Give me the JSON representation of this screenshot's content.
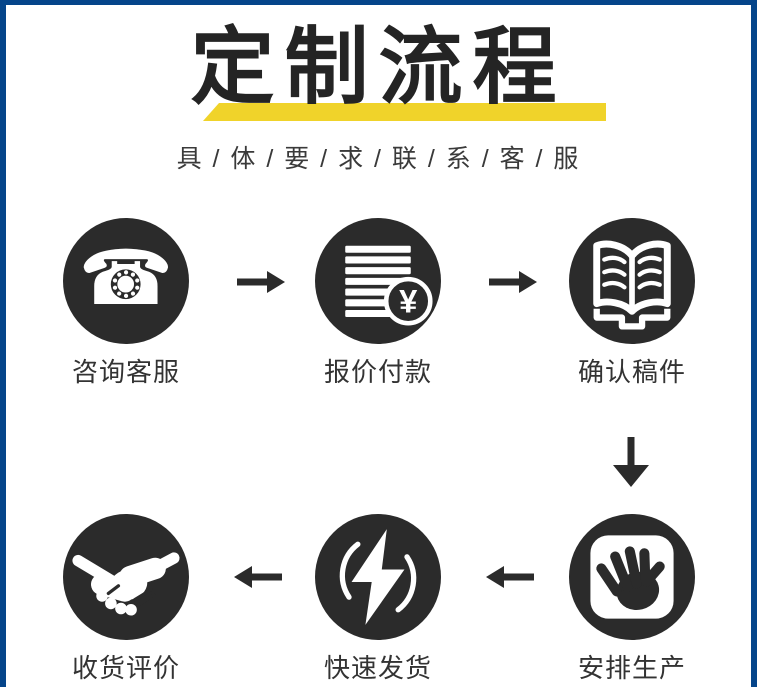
{
  "header": {
    "title": "定制流程",
    "subtitle": "具 / 体 / 要 / 求 / 联 / 系 / 客 / 服"
  },
  "steps": [
    {
      "label": "咨询客服",
      "icon": "phone-icon"
    },
    {
      "label": "报价付款",
      "icon": "quote-payment-icon"
    },
    {
      "label": "确认稿件",
      "icon": "confirm-manuscript-book-icon"
    },
    {
      "label": "安排生产",
      "icon": "arrange-production-hand-icon"
    },
    {
      "label": "快速发货",
      "icon": "fast-shipping-lightning-icon"
    },
    {
      "label": "收货评价",
      "icon": "receive-review-handshake-icon"
    }
  ],
  "glyphs": {
    "phone": "☎",
    "yuan": "¥"
  },
  "colors": {
    "frame_blue": "#05458a",
    "accent_yellow": "#f0d32a",
    "icon_dark": "#2b2b2b",
    "title_black": "#242424",
    "label_gray": "#333333"
  }
}
